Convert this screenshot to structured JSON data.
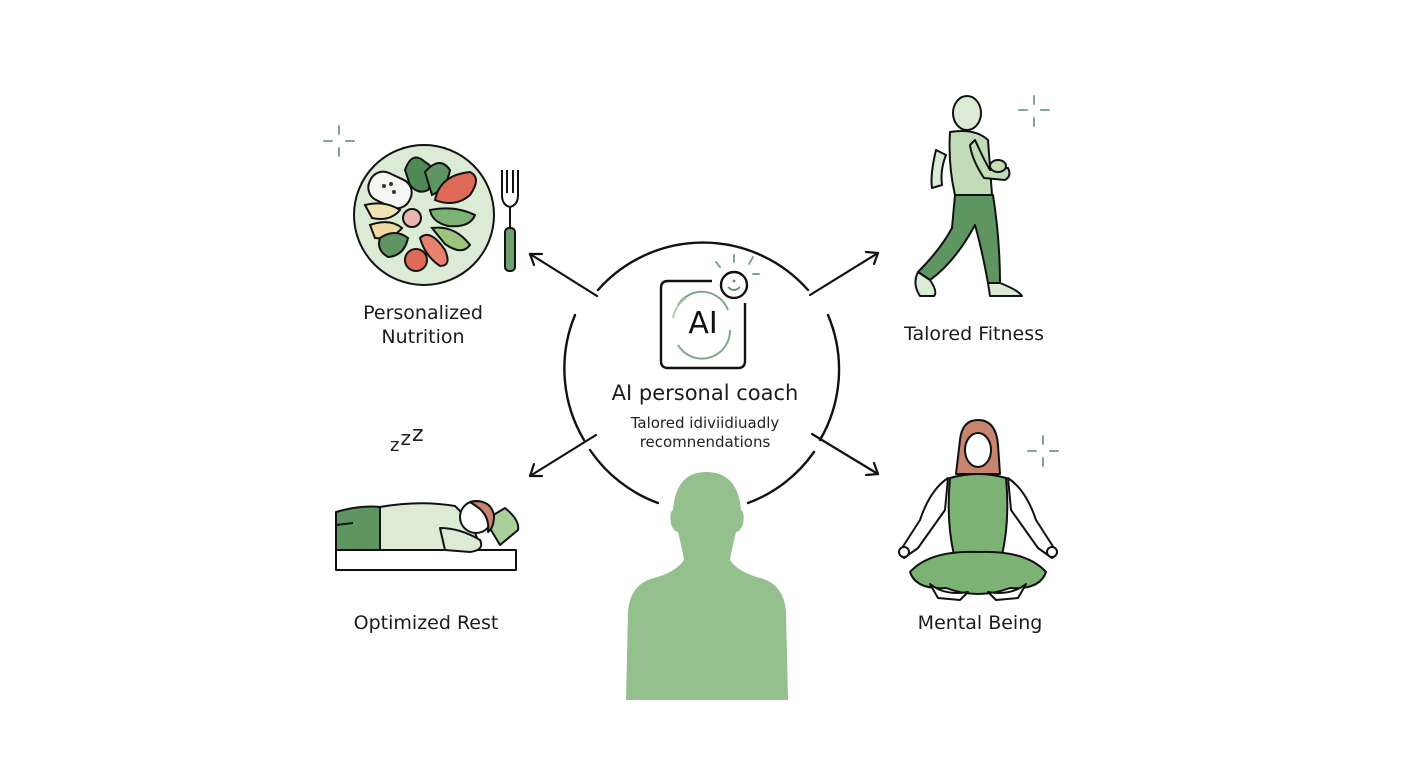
{
  "diagram": {
    "title": "AI personal coach",
    "subtitle_line1": "Talored idiviidiuadly",
    "subtitle_line2": "recomnendations",
    "center_icon": {
      "name": "ai-chip-icon",
      "text": "AI"
    },
    "nodes": [
      {
        "id": "nutrition",
        "label_line1": "Personalized",
        "label_line2": "Nutrition",
        "icon": "food-plate-icon"
      },
      {
        "id": "fitness",
        "label": "Talored Fitness",
        "icon": "running-person-icon"
      },
      {
        "id": "rest",
        "label": "Optimized Rest",
        "icon": "sleeping-person-icon",
        "sleep_text": "zzZ"
      },
      {
        "id": "mental",
        "label": "Mental Being",
        "icon": "meditation-icon"
      }
    ],
    "colors": {
      "green_dark": "#5f9560",
      "green_mid": "#8fbf8a",
      "green_light": "#dcebd6",
      "red": "#e06a58",
      "hair": "#c98470",
      "line": "#111111",
      "sparkle": "#7fa88a"
    }
  }
}
